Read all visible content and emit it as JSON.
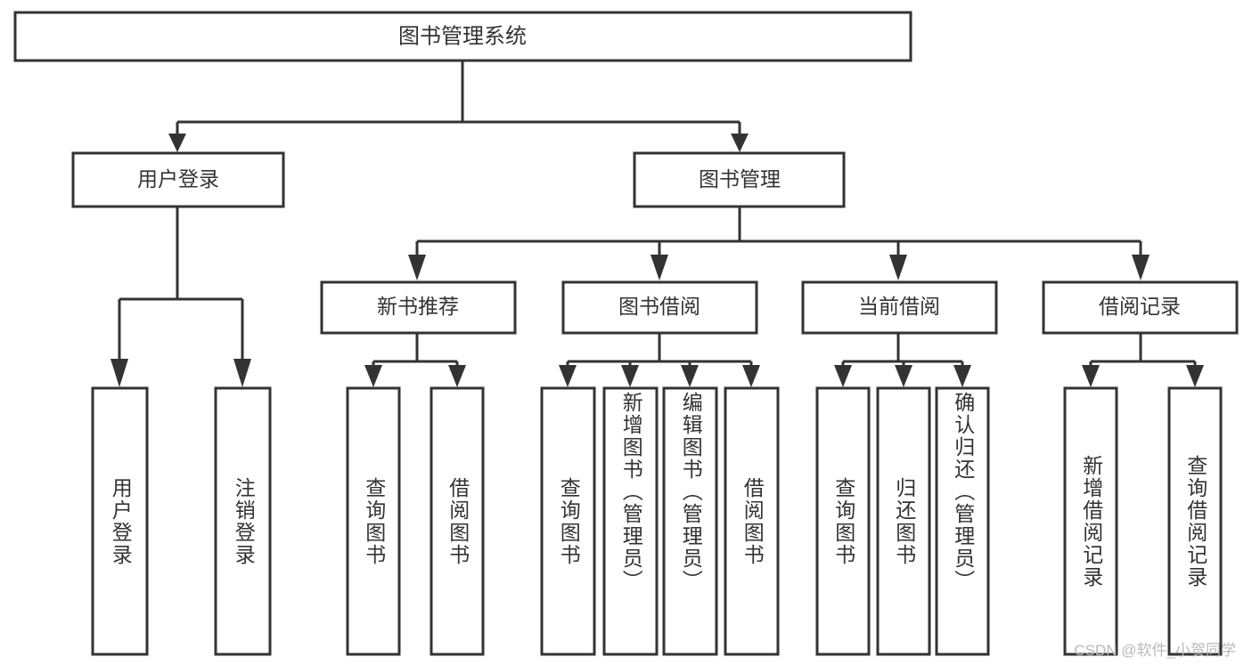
{
  "diagram": {
    "title": "图书管理系统",
    "type": "tree-hierarchy-chart",
    "watermark": "CSDN @软件_小贺同学",
    "colors": {
      "box_stroke": "#333333",
      "box_fill": "#ffffff",
      "connector": "#333333",
      "text": "#333333",
      "watermark": "#b9b9b9",
      "background": "#ffffff"
    },
    "root": {
      "label": "图书管理系统"
    },
    "level2": [
      {
        "label": "用户登录"
      },
      {
        "label": "图书管理"
      }
    ],
    "level3": [
      {
        "label": "新书推荐"
      },
      {
        "label": "图书借阅"
      },
      {
        "label": "当前借阅"
      },
      {
        "label": "借阅记录"
      }
    ],
    "leaves": {
      "user_login": [
        {
          "label": "用户登录"
        },
        {
          "label": "注销登录"
        }
      ],
      "new_book_recommend": [
        {
          "label": "查询图书"
        },
        {
          "label": "借阅图书"
        }
      ],
      "book_borrow": [
        {
          "label": "查询图书"
        },
        {
          "label": "新增图书（管理员）"
        },
        {
          "label": "编辑图书（管理员）"
        },
        {
          "label": "借阅图书"
        }
      ],
      "current_borrow": [
        {
          "label": "查询图书"
        },
        {
          "label": "归还图书"
        },
        {
          "label": "确认归还（管理员）"
        }
      ],
      "borrow_record": [
        {
          "label": "新增借阅记录"
        },
        {
          "label": "查询借阅记录"
        }
      ]
    }
  }
}
